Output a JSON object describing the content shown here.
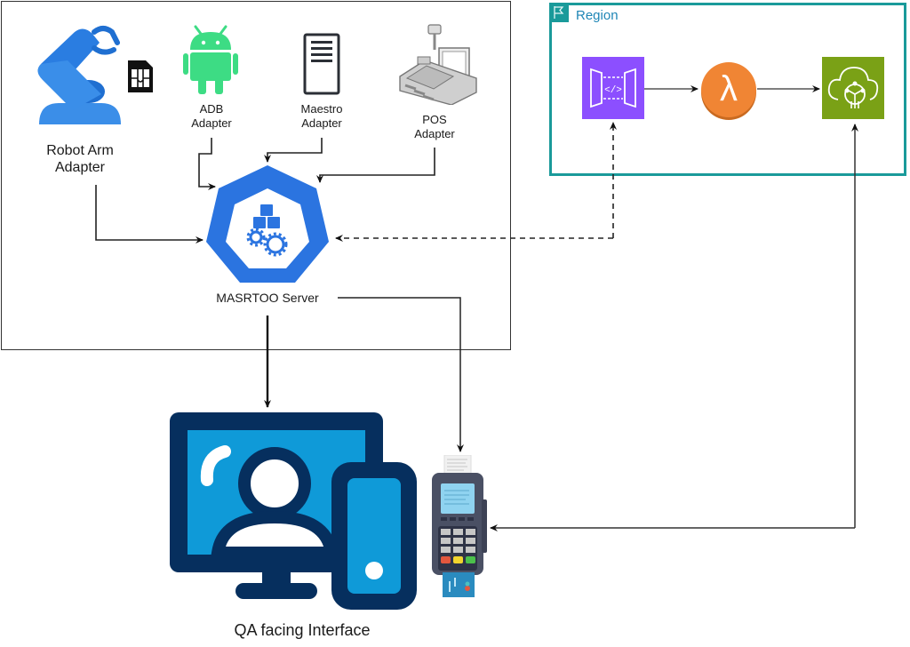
{
  "diagram": {
    "region": {
      "label": "Region",
      "border_color": "#1a9a9a",
      "label_color": "#1f86b6",
      "icon": "flag-icon",
      "services": [
        {
          "name": "api-gateway",
          "icon": "api-gateway-icon",
          "color": "#8c4fff"
        },
        {
          "name": "lambda",
          "icon": "lambda-icon",
          "color": "#f08534",
          "glyph": "λ"
        },
        {
          "name": "iot-greengrass",
          "icon": "iot-cloud-icon",
          "color": "#7aa116"
        }
      ]
    },
    "adapters": [
      {
        "id": "robot-arm",
        "label_line1": "Robot Arm",
        "label_line2": "Adapter",
        "icon": "robot-arm-icon",
        "color": "#2a7de1"
      },
      {
        "id": "adb",
        "label_line1": "ADB",
        "label_line2": "Adapter",
        "icon": "android-icon",
        "color": "#3ddc84"
      },
      {
        "id": "maestro",
        "label_line1": "Maestro",
        "label_line2": "Adapter",
        "icon": "server-tower-icon",
        "color": "#2b2f36"
      },
      {
        "id": "pos",
        "label_line1": "POS",
        "label_line2": "Adapter",
        "icon": "pos-register-icon",
        "color": "#9a9a9a"
      }
    ],
    "sim_card": {
      "icon": "sim-card-icon"
    },
    "server": {
      "label": "MASRTOO Server",
      "icon": "kubernetes-icon",
      "color": "#2b74e0"
    },
    "qa_interface": {
      "label": "QA facing Interface",
      "icon": "desktop-mobile-user-icon",
      "dark": "#062f5e",
      "light": "#0f9ad8"
    },
    "payment_terminal": {
      "icon": "payment-terminal-icon"
    }
  }
}
